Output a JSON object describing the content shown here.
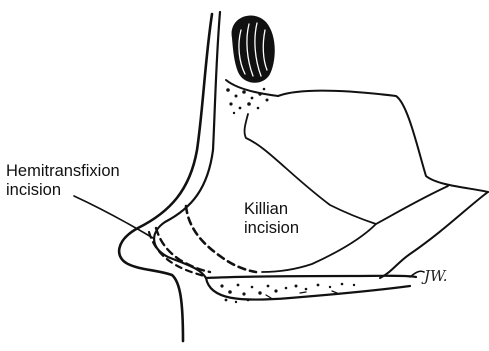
{
  "labels": {
    "hemitransfixion": {
      "line1": "Hemitransfixion",
      "line2": "incision"
    },
    "killian": {
      "line1": "Killian",
      "line2": "incision"
    }
  },
  "signature": "JW.",
  "colors": {
    "ink": "#111111",
    "background": "#ffffff"
  }
}
